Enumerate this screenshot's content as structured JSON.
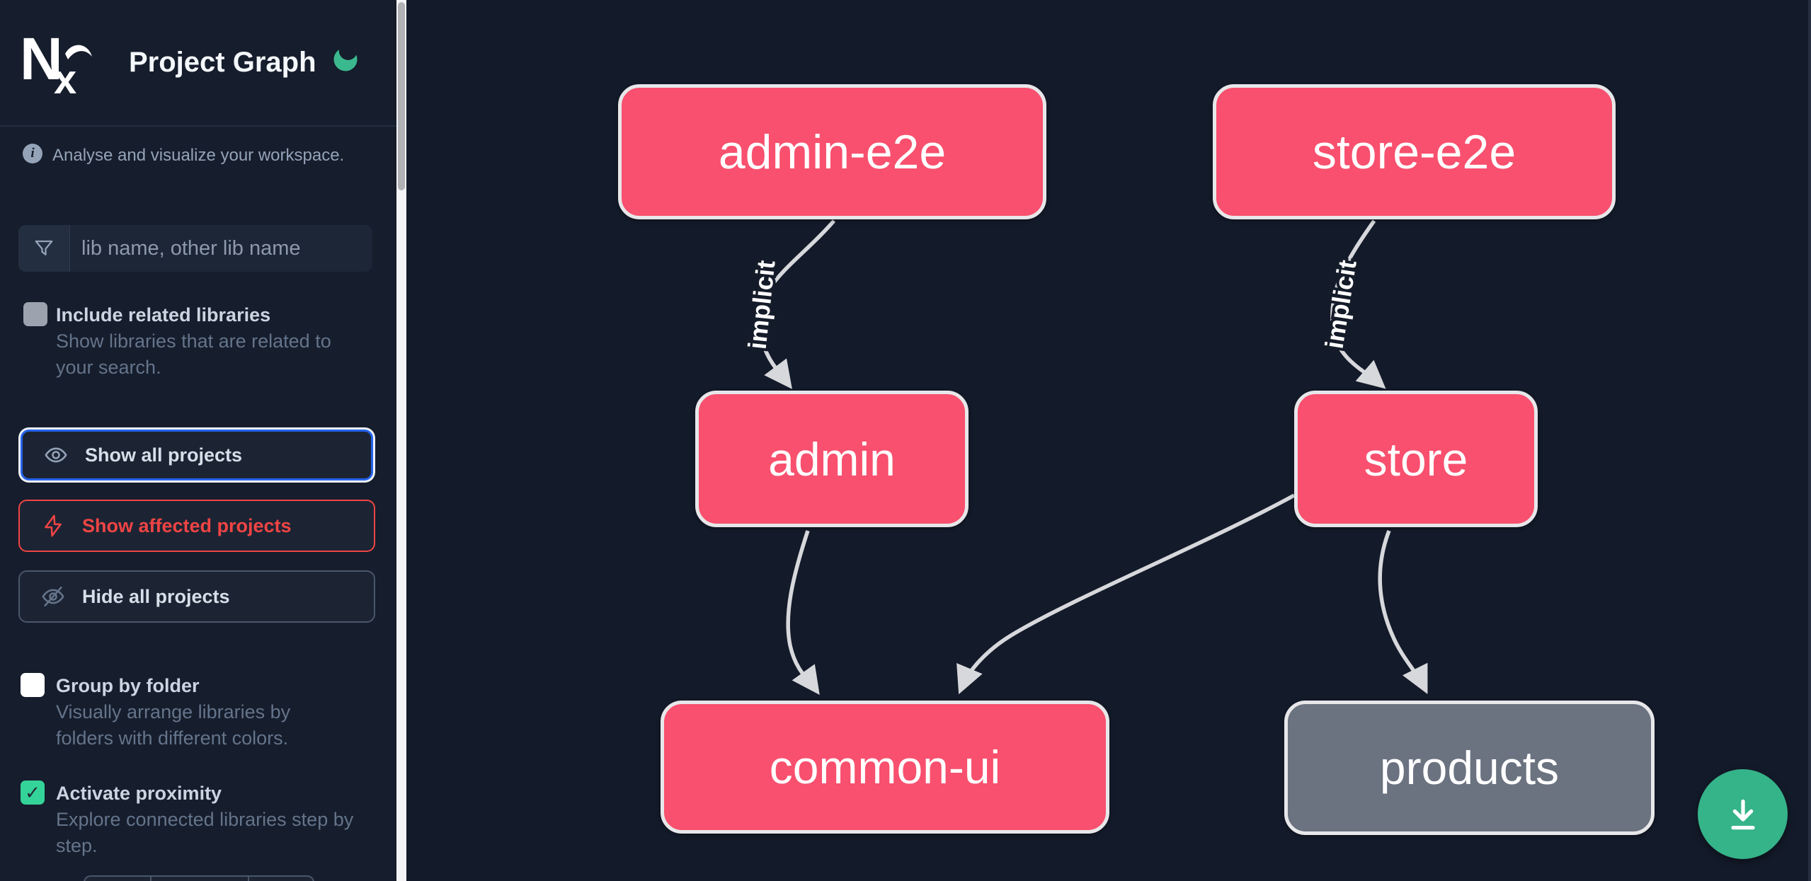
{
  "app": {
    "logo_text": "Nx",
    "title": "Project Graph",
    "theme": "dark"
  },
  "sidebar": {
    "info_text": "Analyse and visualize your workspace.",
    "search_placeholder": "lib name, other lib name",
    "include_related": {
      "label": "Include related libraries",
      "description": "Show libraries that are related to your search.",
      "checked": false
    },
    "buttons": {
      "show_all": "Show all projects",
      "show_affected": "Show affected projects",
      "hide_all": "Hide all projects"
    },
    "group_by_folder": {
      "label": "Group by folder",
      "description": "Visually arrange libraries by folders with different colors.",
      "checked": false
    },
    "activate_proximity": {
      "label": "Activate proximity",
      "description": "Explore connected libraries step by step.",
      "checked": true,
      "checkmark": "✓"
    }
  },
  "graph": {
    "nodes": [
      {
        "id": "admin-e2e",
        "label": "admin-e2e",
        "color": "pink"
      },
      {
        "id": "store-e2e",
        "label": "store-e2e",
        "color": "pink"
      },
      {
        "id": "admin",
        "label": "admin",
        "color": "pink"
      },
      {
        "id": "store",
        "label": "store",
        "color": "pink"
      },
      {
        "id": "common-ui",
        "label": "common-ui",
        "color": "pink"
      },
      {
        "id": "products",
        "label": "products",
        "color": "gray"
      }
    ],
    "edges": [
      {
        "from": "admin-e2e",
        "to": "admin",
        "label": "implicit"
      },
      {
        "from": "store-e2e",
        "to": "store",
        "label": "implicit"
      },
      {
        "from": "admin",
        "to": "common-ui",
        "label": ""
      },
      {
        "from": "store",
        "to": "common-ui",
        "label": ""
      },
      {
        "from": "store",
        "to": "products",
        "label": ""
      }
    ]
  },
  "colors": {
    "node_pink": "#f8506e",
    "node_gray": "#6b7280",
    "node_border": "#e7e7ea",
    "edge": "#d7d8dc",
    "focus_blue": "#2563eb",
    "danger_red": "#ef4444",
    "check_green": "#34d399",
    "fab_green": "#35b389",
    "sidebar_bg": "#161d2c",
    "graph_bg": "#131a29"
  }
}
